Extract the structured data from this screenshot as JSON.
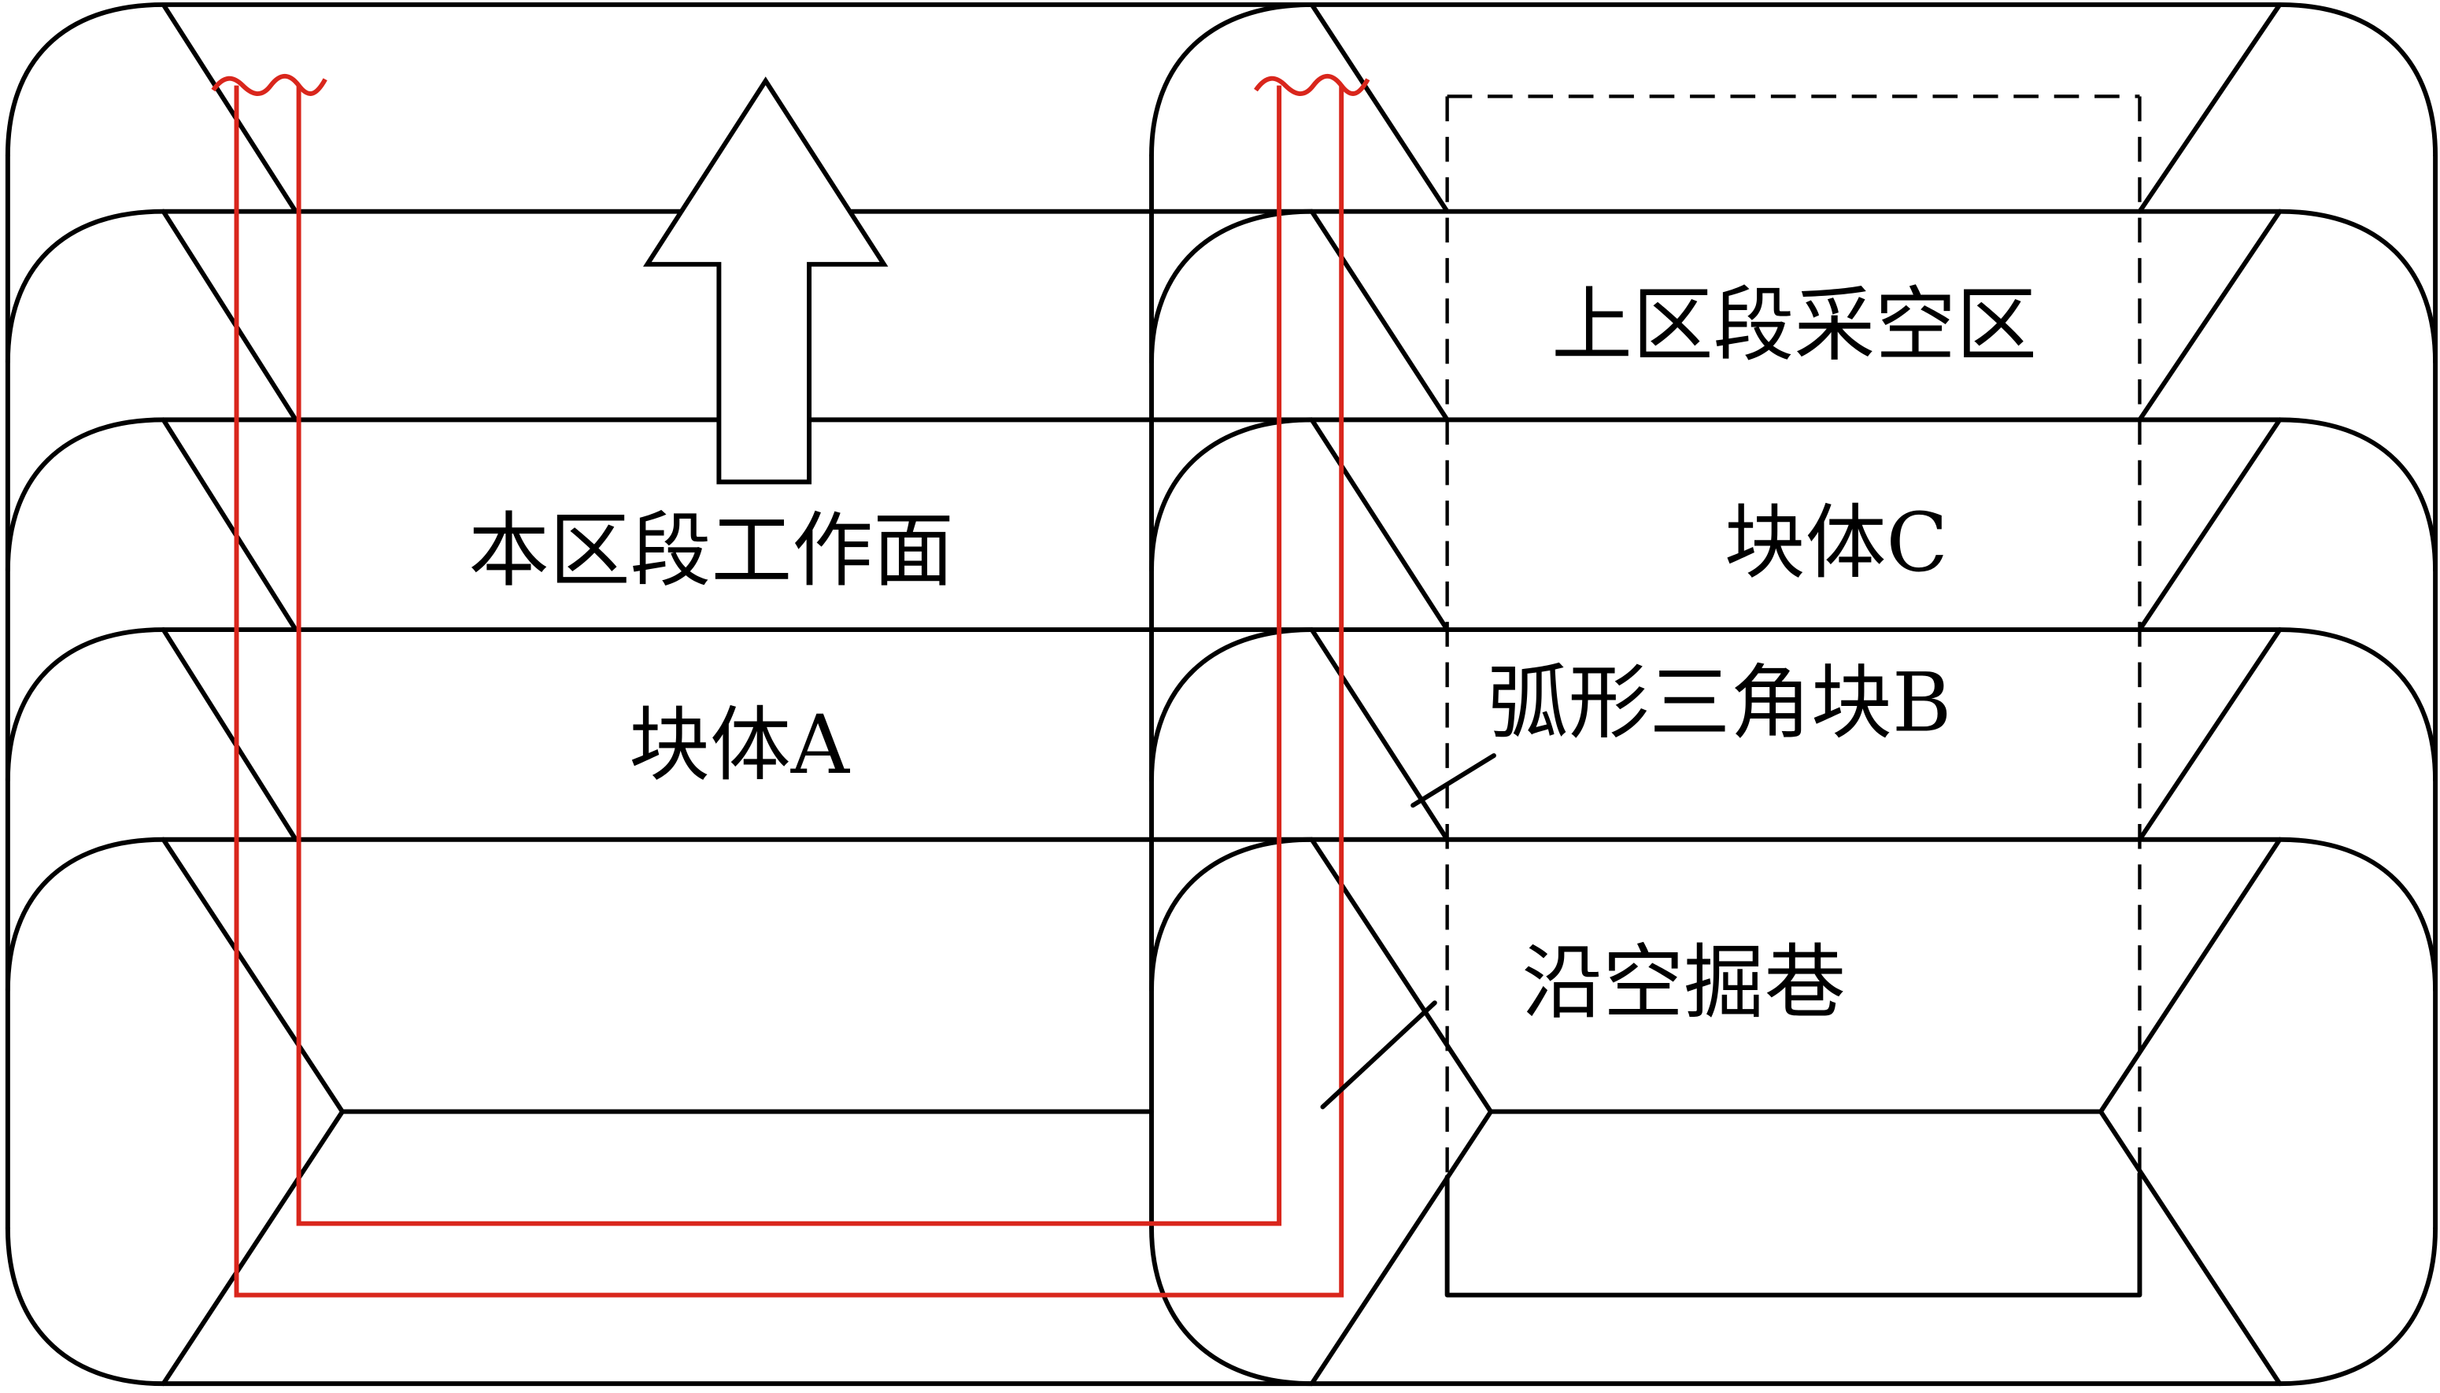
{
  "labels": {
    "working_face": "本区段工作面",
    "block_a": "块体A",
    "upper_goaf": "上区段采空区",
    "block_c": "块体C",
    "arc_triangle_block_b": "弧形三角块B",
    "gob_side_roadway": "沿空掘巷"
  },
  "colors": {
    "outline": "#000000",
    "trace": "#d9261c"
  }
}
